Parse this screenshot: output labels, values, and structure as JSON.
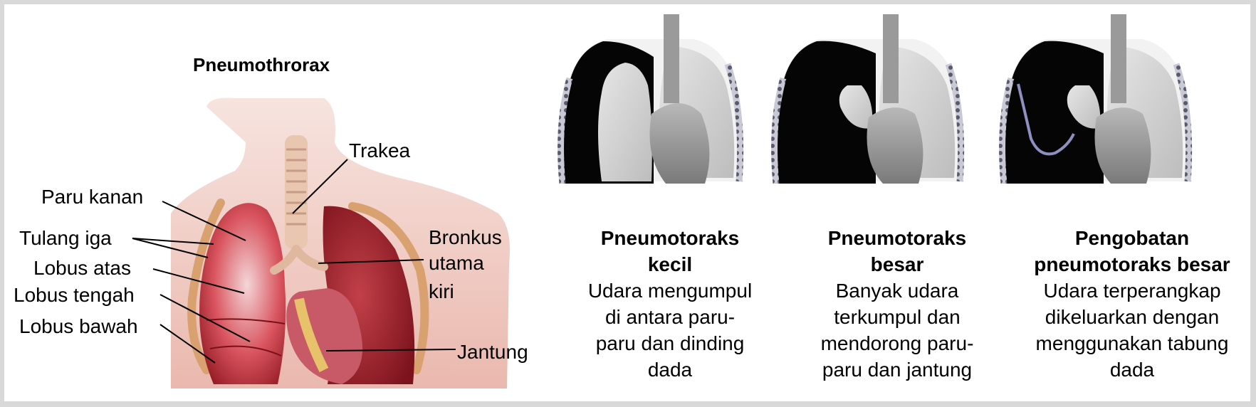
{
  "anatomy": {
    "title": "Pneumothrorax",
    "labels": {
      "trachea": "Trakea",
      "right_lung": "Paru kanan",
      "ribs": "Tulang iga",
      "upper_lobe": "Lobus atas",
      "middle_lobe": "Lobus tengah",
      "lower_lobe": "Lobus bawah",
      "left_bronchus_line1": "Bronkus",
      "left_bronchus_line2": "utama",
      "left_bronchus_line3": "kiri",
      "heart": "Jantung"
    }
  },
  "panels": [
    {
      "heading_line1": "Pneumotoraks",
      "heading_line2": "kecil",
      "desc_line1": "Udara mengumpul",
      "desc_line2": "di antara paru-",
      "desc_line3": "paru dan dinding",
      "desc_line4": "dada"
    },
    {
      "heading_line1": "Pneumotoraks",
      "heading_line2": "besar",
      "desc_line1": "Banyak udara",
      "desc_line2": "terkumpul dan",
      "desc_line3": "mendorong paru-",
      "desc_line4": "paru dan jantung"
    },
    {
      "heading_line1": "Pengobatan",
      "heading_line2": "pneumotoraks besar",
      "desc_line1": "Udara terperangkap",
      "desc_line2": "dikeluarkan dengan",
      "desc_line3": "menggunakan tabung",
      "desc_line4": "dada"
    }
  ],
  "colors": {
    "background": "#ffffff",
    "border": "#d9d9d9",
    "air": "#050505",
    "lung_gray": "#d3d3d3",
    "lung_red": "#c8323c",
    "skin": "#f2cbc4",
    "tube": "#8f8fc0"
  }
}
